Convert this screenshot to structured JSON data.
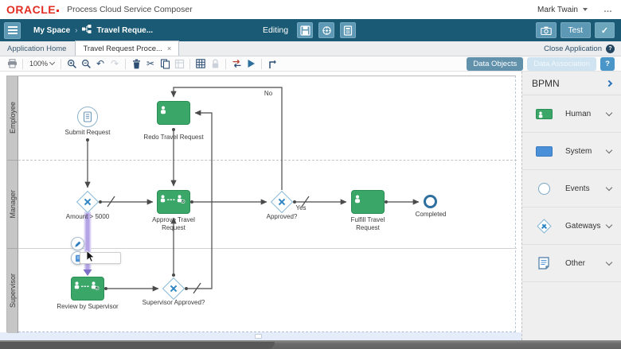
{
  "header": {
    "logo": "ORACLE",
    "product": "Process Cloud Service Composer",
    "user": "Mark Twain",
    "more_label": "…"
  },
  "appbar": {
    "breadcrumb_root": "My Space",
    "breadcrumb_sep": "›",
    "breadcrumb_current": "Travel Reque...",
    "mode_label": "Editing",
    "test_label": "Test"
  },
  "tabs": {
    "home_label": "Application Home",
    "process_label": "Travel Request Proce...",
    "close_application": "Close Application",
    "help_badge": "?"
  },
  "toolbar": {
    "zoom_value": "100%",
    "data_objects": "Data Objects",
    "data_association": "Data Association",
    "help": "?"
  },
  "palette": {
    "title": "BPMN",
    "items": [
      {
        "label": "Human"
      },
      {
        "label": "System"
      },
      {
        "label": "Events"
      },
      {
        "label": "Gateways"
      },
      {
        "label": "Other"
      }
    ]
  },
  "diagram": {
    "lanes": [
      {
        "name": "Employee"
      },
      {
        "name": "Manager"
      },
      {
        "name": "Supervisor"
      }
    ],
    "nodes": {
      "submit": {
        "label": "Submit Request"
      },
      "redo": {
        "label": "Redo Travel Request"
      },
      "amount": {
        "label": "Amount > 5000"
      },
      "approve": {
        "label": "Approve Travel Request"
      },
      "approved": {
        "label": "Approved?"
      },
      "fulfill": {
        "label": "Fulfill Travel Request"
      },
      "completed": {
        "label": "Completed"
      },
      "review": {
        "label": "Review by Supervisor"
      },
      "sup_approved": {
        "label": "Supervisor Approved?"
      }
    },
    "edge_labels": {
      "no": "No",
      "yes": "Yes"
    }
  },
  "icons": {
    "check": "✓",
    "close_tab": "×"
  },
  "colors": {
    "teal_bar": "#1a5a74",
    "task_green": "#3aa768",
    "system_blue": "#4a90d9",
    "selected_flow_purple": "#b4a4e5",
    "gateway_blue": "#2f87c5",
    "oracle_red": "#e32d22"
  }
}
